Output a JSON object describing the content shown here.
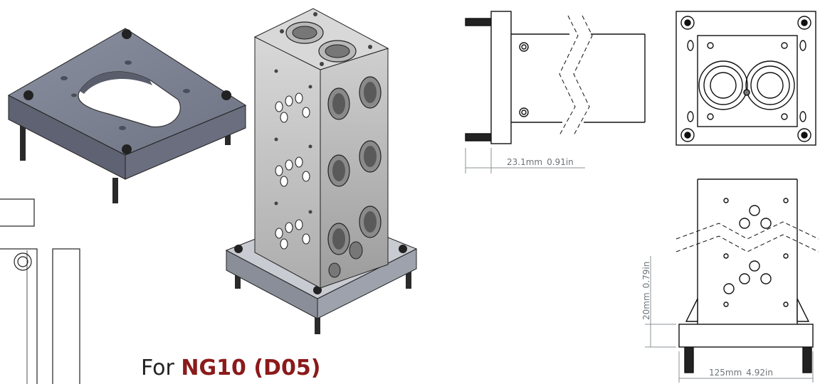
{
  "caption": {
    "prefix": "For",
    "highlight": "NG10 (D05)"
  },
  "dimensions": {
    "side_offset": {
      "mm": "23.1mm",
      "in": "0.91in"
    },
    "plate_thickness": {
      "mm": "20mm",
      "in": "0.79in"
    },
    "plate_width": {
      "mm": "125mm",
      "in": "4.92in"
    }
  },
  "colors": {
    "caption_highlight": "#8b1a1a",
    "plate_blue_grey": "#7d8291",
    "block_grey": "#c8c8c8",
    "line": "#111111",
    "dimension": "#6e7478"
  }
}
